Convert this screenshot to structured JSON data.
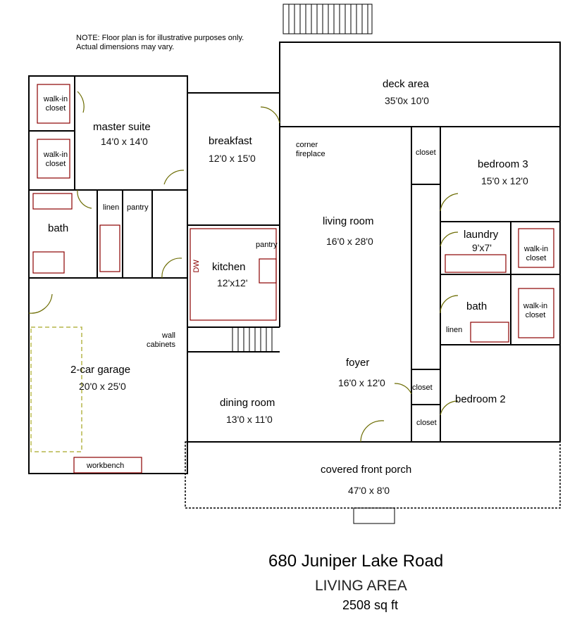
{
  "note": "NOTE: Floor plan is for illustrative purposes only. Actual dimensions may vary.",
  "title": {
    "address": "680 Juniper Lake Road",
    "subtitle": "LIVING AREA",
    "area": "2508 sq ft"
  },
  "rooms": {
    "deck": {
      "name": "deck area",
      "dims": "35'0x 10'0"
    },
    "master_suite": {
      "name": "master suite",
      "dims": "14'0 x 14'0"
    },
    "walkin_closet_master_1": {
      "name": "walk-in closet"
    },
    "walkin_closet_master_2": {
      "name": "walk-in closet"
    },
    "breakfast": {
      "name": "breakfast",
      "dims": "12'0 x 15'0"
    },
    "corner_fireplace": {
      "name": "corner fireplace"
    },
    "living_room": {
      "name": "living room",
      "dims": "16'0 x 28'0"
    },
    "bedroom3": {
      "name": "bedroom 3",
      "dims": "15'0 x 12'0"
    },
    "closet_bedroom3": {
      "name": "closet"
    },
    "master_bath": {
      "name": "bath"
    },
    "linen_master": {
      "name": "linen"
    },
    "pantry": {
      "name": "pantry"
    },
    "kitchen_pantry": {
      "name": "pantry"
    },
    "kitchen": {
      "name": "kitchen",
      "dims": "12'x12'"
    },
    "dw": {
      "name": "DW"
    },
    "laundry": {
      "name": "laundry",
      "dims": "9'x7'"
    },
    "walkin_closet_laundry": {
      "name": "walk-in closet"
    },
    "bath2": {
      "name": "bath"
    },
    "linen2": {
      "name": "linen"
    },
    "walkin_closet_bedroom2": {
      "name": "walk-in closet"
    },
    "garage": {
      "name": "2-car garage",
      "dims": "20'0 x 25'0"
    },
    "wall_cabinets": {
      "name": "wall cabinets"
    },
    "workbench": {
      "name": "workbench"
    },
    "foyer": {
      "name": "foyer",
      "dims": "16'0 x 12'0"
    },
    "closet_foyer": {
      "name": "closet"
    },
    "bedroom2": {
      "name": "bedroom 2"
    },
    "closet_bedroom2": {
      "name": "closet"
    },
    "dining": {
      "name": "dining room",
      "dims": "13'0 x 11'0"
    },
    "porch": {
      "name": "covered front porch",
      "dims": "47'0 x 8'0"
    }
  },
  "colors": {
    "wall": "#000000",
    "door": "#6b6b00",
    "fixture": "#8b0000",
    "garage_door": "#b5b54a"
  }
}
